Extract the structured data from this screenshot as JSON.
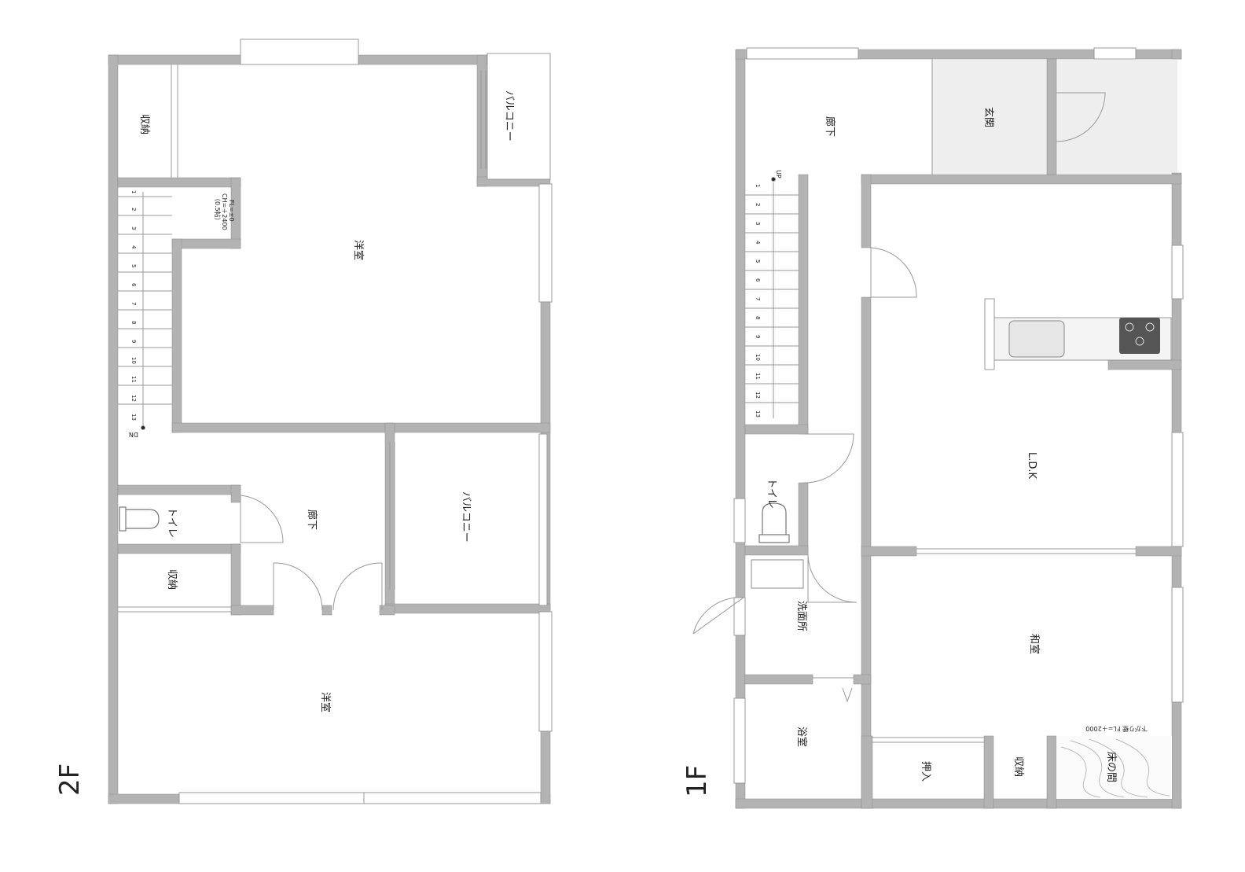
{
  "floors": [
    {
      "id": "2F",
      "label": "2F",
      "rooms": {
        "storage_top": "収納",
        "balcony_top": "バルコニー",
        "western_room_top": "洋室",
        "stair_closet_note_1": "（0.5帖）",
        "stair_closet_note_2": "CH=＋2400",
        "stair_closet_note_3": "FL=±0",
        "stair_dn": "DN",
        "toilet": "トイレ",
        "hallway": "廊下",
        "balcony_mid": "バルコニー",
        "storage_mid": "収納",
        "western_room_bottom": "洋室"
      },
      "stair_numbers": [
        "1",
        "2",
        "3",
        "4",
        "5",
        "6",
        "7",
        "8",
        "9",
        "10",
        "11",
        "12",
        "13"
      ]
    },
    {
      "id": "1F",
      "label": "1F",
      "rooms": {
        "hallway": "廊下",
        "entrance": "玄関",
        "stair_up": "UP",
        "ldk": "L.D.K",
        "toilet": "トイレ",
        "washroom": "洗面所",
        "bath": "浴室",
        "japanese_room": "和室",
        "closet_oshiire": "押入",
        "storage": "収納",
        "tokonoma": "床の間",
        "lowered_ceiling_note": "下がり壁 FL=＋2000"
      },
      "stair_numbers": [
        "1",
        "2",
        "3",
        "4",
        "5",
        "6",
        "7",
        "8",
        "9",
        "10",
        "11",
        "12",
        "13"
      ]
    }
  ],
  "colors": {
    "wall": "#b3b3b3",
    "wall_edge": "#8c8c8c",
    "floor_tile": "#eeeeee",
    "thin_line": "#999999",
    "stove": "#555555"
  }
}
